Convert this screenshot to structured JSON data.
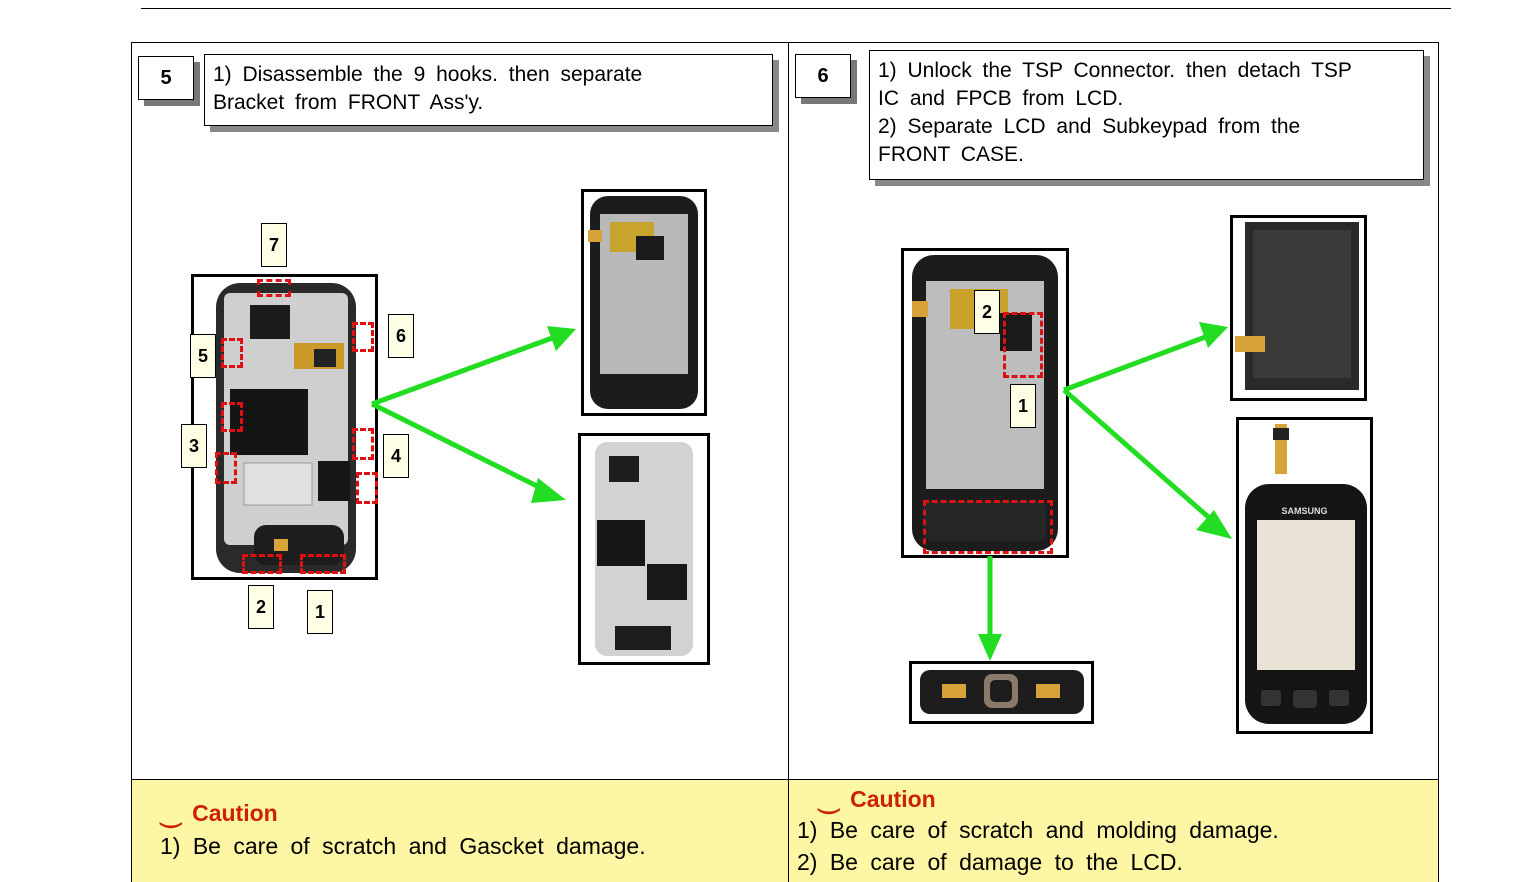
{
  "steps": [
    {
      "number": "5",
      "instruction_lines": [
        "1) Disassemble the 9 hooks. then separate",
        "Bracket from FRONT Ass'y."
      ],
      "callouts": [
        "7",
        "6",
        "5",
        "3",
        "4",
        "2",
        "1"
      ],
      "caution_title": "Caution",
      "caution_lines": [
        "1) Be care of scratch and Gascket damage."
      ]
    },
    {
      "number": "6",
      "instruction_lines": [
        "1) Unlock the TSP Connector. then detach TSP",
        "IC and FPCB from LCD.",
        "2) Separate LCD and Subkeypad from the",
        "FRONT CASE."
      ],
      "callouts": [
        "2",
        "1"
      ],
      "brand_text": "SAMSUNG",
      "caution_title": "Caution",
      "caution_lines": [
        "1) Be care of scratch and molding damage.",
        "2) Be care of damage to the LCD."
      ]
    }
  ],
  "colors": {
    "caution_bg": "#fdf6a4",
    "caution_text": "#cc2200",
    "arrow": "#22dd22",
    "marker": "#dd1111"
  }
}
